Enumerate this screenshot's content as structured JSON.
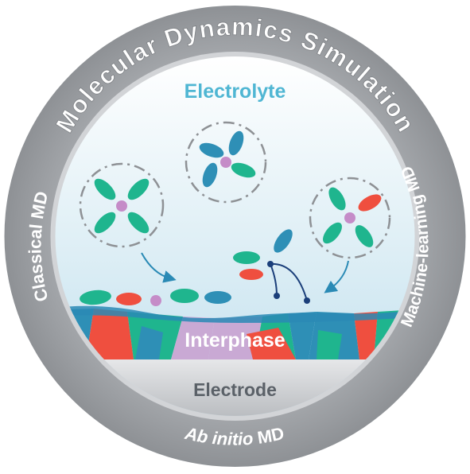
{
  "ring": {
    "title": "Molecular Dynamics Simulation",
    "left": "Classical MD",
    "right": "Machine-learning MD",
    "bottom_italic": "Ab initio",
    "bottom_tail": " MD"
  },
  "regions": {
    "electrolyte": "Electrolyte",
    "interphase": "Interphase",
    "electrode": "Electrode"
  },
  "colors": {
    "ring": "#9ea1a5",
    "ring_edge": "#c7c9cc",
    "green": "#1fb58e",
    "blue": "#2e8fb6",
    "red": "#ef4f3f",
    "purple_atom": "#c58cc8",
    "lilac": "#c9a9d4",
    "electrolyte_text": "#4fb6d3",
    "electrode_text": "#5b6168"
  }
}
